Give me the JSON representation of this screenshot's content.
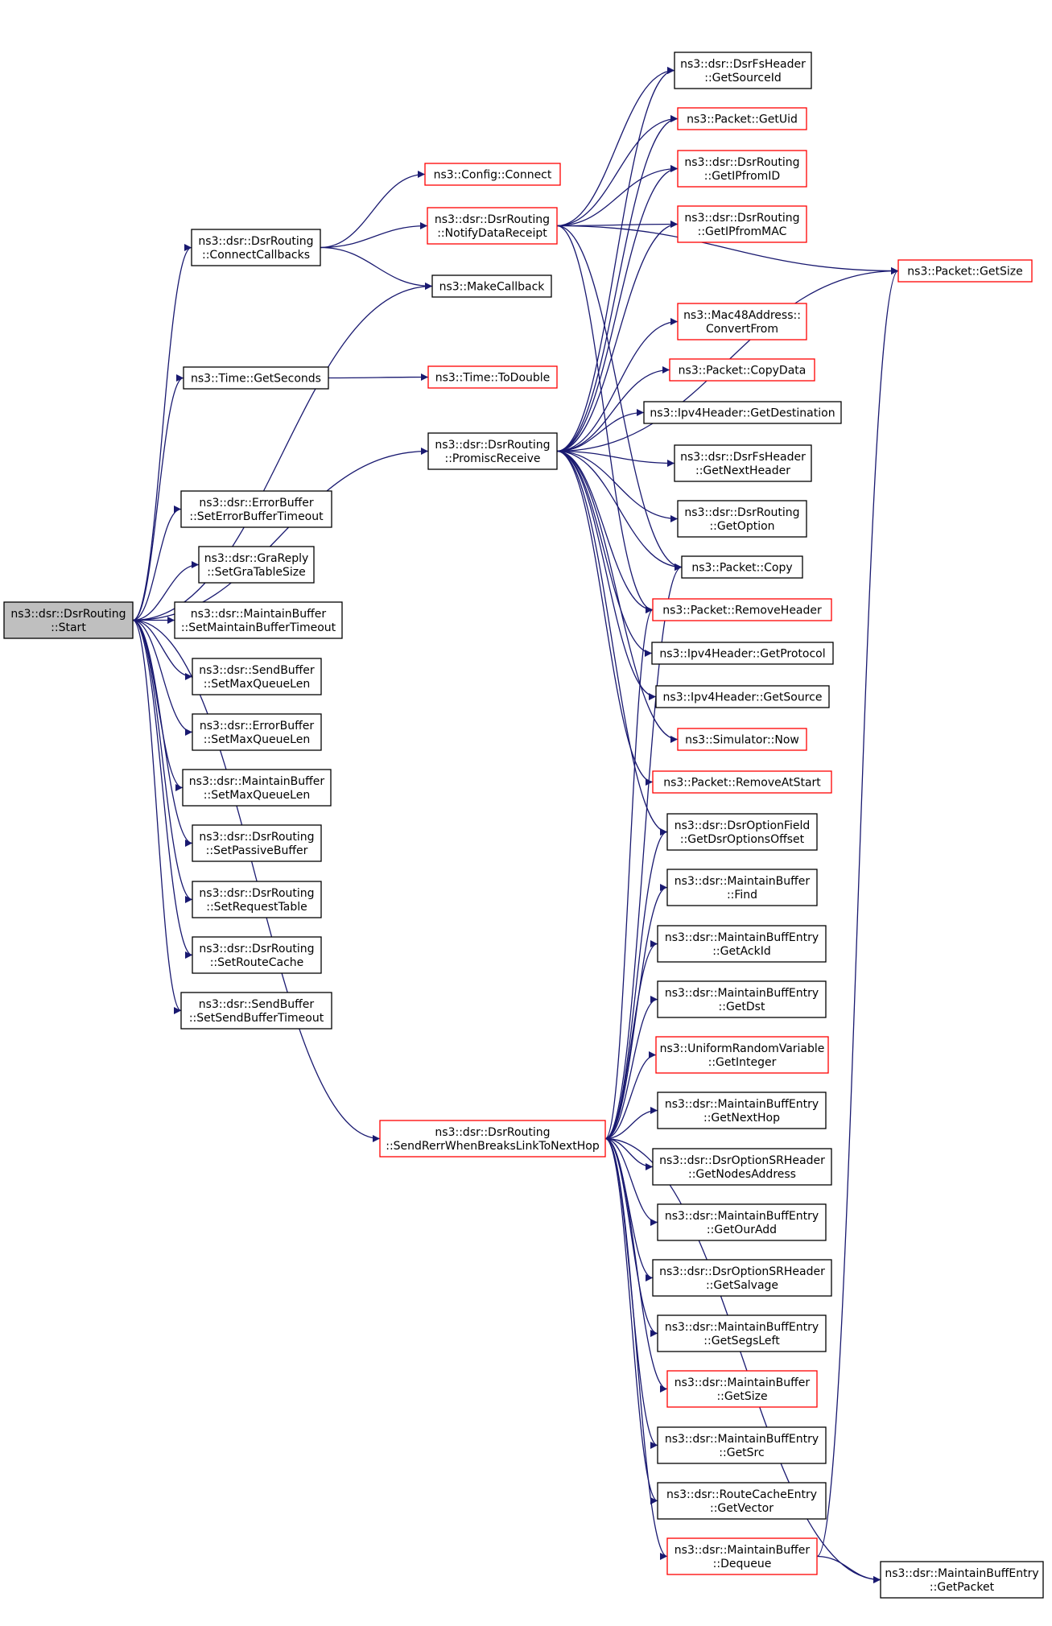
{
  "colors": {
    "edge": "#191970",
    "box_border": "#000000",
    "box_border_truncated": "#ff0000",
    "root_fill": "#bfbfbf",
    "node_fill": "#ffffff"
  },
  "nodes": [
    {
      "id": "start",
      "lines": [
        "ns3::dsr::DsrRouting",
        "::Start"
      ],
      "style": "root"
    },
    {
      "id": "connectCallbacks",
      "lines": [
        "ns3::dsr::DsrRouting",
        "::ConnectCallbacks"
      ],
      "style": "normal"
    },
    {
      "id": "getSecondsT",
      "lines": [
        "ns3::Time::GetSeconds"
      ],
      "style": "normal"
    },
    {
      "id": "setErrTimeout",
      "lines": [
        "ns3::dsr::ErrorBuffer",
        "::SetErrorBufferTimeout"
      ],
      "style": "normal"
    },
    {
      "id": "setGraTable",
      "lines": [
        "ns3::dsr::GraReply",
        "::SetGraTableSize"
      ],
      "style": "normal"
    },
    {
      "id": "setMaintTimeout",
      "lines": [
        "ns3::dsr::MaintainBuffer",
        "::SetMaintainBufferTimeout"
      ],
      "style": "normal"
    },
    {
      "id": "sendBufMaxQ",
      "lines": [
        "ns3::dsr::SendBuffer",
        "::SetMaxQueueLen"
      ],
      "style": "normal"
    },
    {
      "id": "errBufMaxQ",
      "lines": [
        "ns3::dsr::ErrorBuffer",
        "::SetMaxQueueLen"
      ],
      "style": "normal"
    },
    {
      "id": "maintBufMaxQ",
      "lines": [
        "ns3::dsr::MaintainBuffer",
        "::SetMaxQueueLen"
      ],
      "style": "normal"
    },
    {
      "id": "setPassive",
      "lines": [
        "ns3::dsr::DsrRouting",
        "::SetPassiveBuffer"
      ],
      "style": "normal"
    },
    {
      "id": "setReqTable",
      "lines": [
        "ns3::dsr::DsrRouting",
        "::SetRequestTable"
      ],
      "style": "normal"
    },
    {
      "id": "setRouteCache",
      "lines": [
        "ns3::dsr::DsrRouting",
        "::SetRouteCache"
      ],
      "style": "normal"
    },
    {
      "id": "setSendTimeout",
      "lines": [
        "ns3::dsr::SendBuffer",
        "::SetSendBufferTimeout"
      ],
      "style": "normal"
    },
    {
      "id": "configConnect",
      "lines": [
        "ns3::Config::Connect"
      ],
      "style": "truncated"
    },
    {
      "id": "notifyData",
      "lines": [
        "ns3::dsr::DsrRouting",
        "::NotifyDataReceipt"
      ],
      "style": "truncated"
    },
    {
      "id": "makeCallback",
      "lines": [
        "ns3::MakeCallback"
      ],
      "style": "normal"
    },
    {
      "id": "toDouble",
      "lines": [
        "ns3::Time::ToDouble"
      ],
      "style": "truncated"
    },
    {
      "id": "promisc",
      "lines": [
        "ns3::dsr::DsrRouting",
        "::PromiscReceive"
      ],
      "style": "normal"
    },
    {
      "id": "sendRerr",
      "lines": [
        "ns3::dsr::DsrRouting",
        "::SendRerrWhenBreaksLinkToNextHop"
      ],
      "style": "truncated"
    },
    {
      "id": "getSourceId",
      "lines": [
        "ns3::dsr::DsrFsHeader",
        "::GetSourceId"
      ],
      "style": "normal"
    },
    {
      "id": "getUid",
      "lines": [
        "ns3::Packet::GetUid"
      ],
      "style": "truncated"
    },
    {
      "id": "getIPfromID",
      "lines": [
        "ns3::dsr::DsrRouting",
        "::GetIPfromID"
      ],
      "style": "truncated"
    },
    {
      "id": "getIPfromMAC",
      "lines": [
        "ns3::dsr::DsrRouting",
        "::GetIPfromMAC"
      ],
      "style": "truncated"
    },
    {
      "id": "getSize",
      "lines": [
        "ns3::Packet::GetSize"
      ],
      "style": "truncated"
    },
    {
      "id": "convertFrom",
      "lines": [
        "ns3::Mac48Address::",
        "ConvertFrom"
      ],
      "style": "truncated"
    },
    {
      "id": "copyData",
      "lines": [
        "ns3::Packet::CopyData"
      ],
      "style": "truncated"
    },
    {
      "id": "getDest",
      "lines": [
        "ns3::Ipv4Header::GetDestination"
      ],
      "style": "normal"
    },
    {
      "id": "getNextHeader",
      "lines": [
        "ns3::dsr::DsrFsHeader",
        "::GetNextHeader"
      ],
      "style": "normal"
    },
    {
      "id": "getOption",
      "lines": [
        "ns3::dsr::DsrRouting",
        "::GetOption"
      ],
      "style": "normal"
    },
    {
      "id": "copy",
      "lines": [
        "ns3::Packet::Copy"
      ],
      "style": "normal"
    },
    {
      "id": "removeHeader",
      "lines": [
        "ns3::Packet::RemoveHeader"
      ],
      "style": "truncated"
    },
    {
      "id": "getProtocol",
      "lines": [
        "ns3::Ipv4Header::GetProtocol"
      ],
      "style": "normal"
    },
    {
      "id": "getSource",
      "lines": [
        "ns3::Ipv4Header::GetSource"
      ],
      "style": "normal"
    },
    {
      "id": "simNow",
      "lines": [
        "ns3::Simulator::Now"
      ],
      "style": "truncated"
    },
    {
      "id": "removeAtStart",
      "lines": [
        "ns3::Packet::RemoveAtStart"
      ],
      "style": "truncated"
    },
    {
      "id": "getDsrOffset",
      "lines": [
        "ns3::dsr::DsrOptionField",
        "::GetDsrOptionsOffset"
      ],
      "style": "normal"
    },
    {
      "id": "mbFind",
      "lines": [
        "ns3::dsr::MaintainBuffer",
        "::Find"
      ],
      "style": "normal"
    },
    {
      "id": "getAckId",
      "lines": [
        "ns3::dsr::MaintainBuffEntry",
        "::GetAckId"
      ],
      "style": "normal"
    },
    {
      "id": "getDst",
      "lines": [
        "ns3::dsr::MaintainBuffEntry",
        "::GetDst"
      ],
      "style": "normal"
    },
    {
      "id": "getInteger",
      "lines": [
        "ns3::UniformRandomVariable",
        "::GetInteger"
      ],
      "style": "truncated"
    },
    {
      "id": "getNextHop",
      "lines": [
        "ns3::dsr::MaintainBuffEntry",
        "::GetNextHop"
      ],
      "style": "normal"
    },
    {
      "id": "getNodesAddr",
      "lines": [
        "ns3::dsr::DsrOptionSRHeader",
        "::GetNodesAddress"
      ],
      "style": "normal"
    },
    {
      "id": "getOurAdd",
      "lines": [
        "ns3::dsr::MaintainBuffEntry",
        "::GetOurAdd"
      ],
      "style": "normal"
    },
    {
      "id": "getSalvage",
      "lines": [
        "ns3::dsr::DsrOptionSRHeader",
        "::GetSalvage"
      ],
      "style": "normal"
    },
    {
      "id": "getSegsLeft",
      "lines": [
        "ns3::dsr::MaintainBuffEntry",
        "::GetSegsLeft"
      ],
      "style": "normal"
    },
    {
      "id": "mbGetSize",
      "lines": [
        "ns3::dsr::MaintainBuffer",
        "::GetSize"
      ],
      "style": "truncated"
    },
    {
      "id": "getSrc",
      "lines": [
        "ns3::dsr::MaintainBuffEntry",
        "::GetSrc"
      ],
      "style": "normal"
    },
    {
      "id": "getVector",
      "lines": [
        "ns3::dsr::RouteCacheEntry",
        "::GetVector"
      ],
      "style": "normal"
    },
    {
      "id": "dequeue",
      "lines": [
        "ns3::dsr::MaintainBuffer",
        "::Dequeue"
      ],
      "style": "truncated"
    },
    {
      "id": "getPacket",
      "lines": [
        "ns3::dsr::MaintainBuffEntry",
        "::GetPacket"
      ],
      "style": "normal"
    }
  ],
  "edges": [
    [
      "start",
      "connectCallbacks"
    ],
    [
      "start",
      "makeCallback"
    ],
    [
      "start",
      "getSecondsT"
    ],
    [
      "start",
      "promisc"
    ],
    [
      "start",
      "sendRerr"
    ],
    [
      "start",
      "setErrTimeout"
    ],
    [
      "start",
      "setGraTable"
    ],
    [
      "start",
      "setMaintTimeout"
    ],
    [
      "start",
      "sendBufMaxQ"
    ],
    [
      "start",
      "errBufMaxQ"
    ],
    [
      "start",
      "maintBufMaxQ"
    ],
    [
      "start",
      "setPassive"
    ],
    [
      "start",
      "setReqTable"
    ],
    [
      "start",
      "setRouteCache"
    ],
    [
      "start",
      "setSendTimeout"
    ],
    [
      "connectCallbacks",
      "configConnect"
    ],
    [
      "connectCallbacks",
      "notifyData"
    ],
    [
      "connectCallbacks",
      "makeCallback"
    ],
    [
      "notifyData",
      "getSourceId"
    ],
    [
      "notifyData",
      "getUid"
    ],
    [
      "notifyData",
      "getIPfromID"
    ],
    [
      "notifyData",
      "getIPfromMAC"
    ],
    [
      "notifyData",
      "getSize"
    ],
    [
      "notifyData",
      "copy"
    ],
    [
      "notifyData",
      "removeHeader"
    ],
    [
      "getSecondsT",
      "toDouble"
    ],
    [
      "promisc",
      "getSourceId"
    ],
    [
      "promisc",
      "getUid"
    ],
    [
      "promisc",
      "getIPfromID"
    ],
    [
      "promisc",
      "getIPfromMAC"
    ],
    [
      "promisc",
      "getSize"
    ],
    [
      "promisc",
      "convertFrom"
    ],
    [
      "promisc",
      "copyData"
    ],
    [
      "promisc",
      "getDest"
    ],
    [
      "promisc",
      "getNextHeader"
    ],
    [
      "promisc",
      "getOption"
    ],
    [
      "promisc",
      "copy"
    ],
    [
      "promisc",
      "removeHeader"
    ],
    [
      "promisc",
      "getProtocol"
    ],
    [
      "promisc",
      "getSource"
    ],
    [
      "promisc",
      "simNow"
    ],
    [
      "promisc",
      "removeAtStart"
    ],
    [
      "promisc",
      "getDsrOffset"
    ],
    [
      "sendRerr",
      "copy"
    ],
    [
      "sendRerr",
      "removeHeader"
    ],
    [
      "sendRerr",
      "getDsrOffset"
    ],
    [
      "sendRerr",
      "mbFind"
    ],
    [
      "sendRerr",
      "getAckId"
    ],
    [
      "sendRerr",
      "getDst"
    ],
    [
      "sendRerr",
      "getInteger"
    ],
    [
      "sendRerr",
      "getNextHop"
    ],
    [
      "sendRerr",
      "getNodesAddr"
    ],
    [
      "sendRerr",
      "getOurAdd"
    ],
    [
      "sendRerr",
      "getSalvage"
    ],
    [
      "sendRerr",
      "getSegsLeft"
    ],
    [
      "sendRerr",
      "mbGetSize"
    ],
    [
      "sendRerr",
      "getSrc"
    ],
    [
      "sendRerr",
      "getVector"
    ],
    [
      "sendRerr",
      "dequeue"
    ],
    [
      "sendRerr",
      "getPacket"
    ],
    [
      "dequeue",
      "getSize"
    ],
    [
      "dequeue",
      "getPacket"
    ]
  ]
}
